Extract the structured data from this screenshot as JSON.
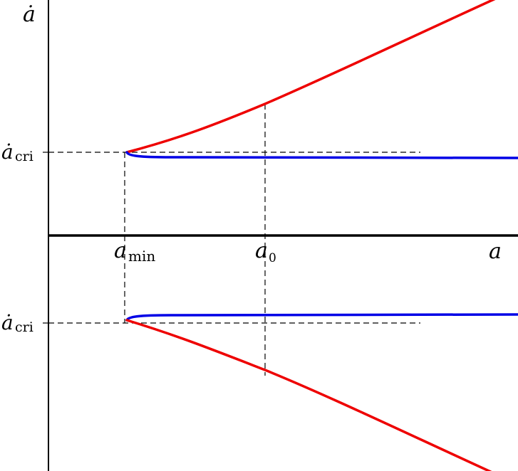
{
  "labels": {
    "y_axis": "ȧ",
    "x_axis": "a",
    "crit_top_base": "ȧ",
    "crit_top_sub": "cri",
    "crit_bottom_base": "ȧ",
    "crit_bottom_sub": "cri",
    "a_min_base": "a",
    "a_min_sub": "min",
    "a0_base": "a",
    "a0_sub": "0"
  },
  "colors": {
    "axis": "#000000",
    "guide": "#000000",
    "upper_branch": "#ee0000",
    "lower_branch": "#0000e6"
  }
}
